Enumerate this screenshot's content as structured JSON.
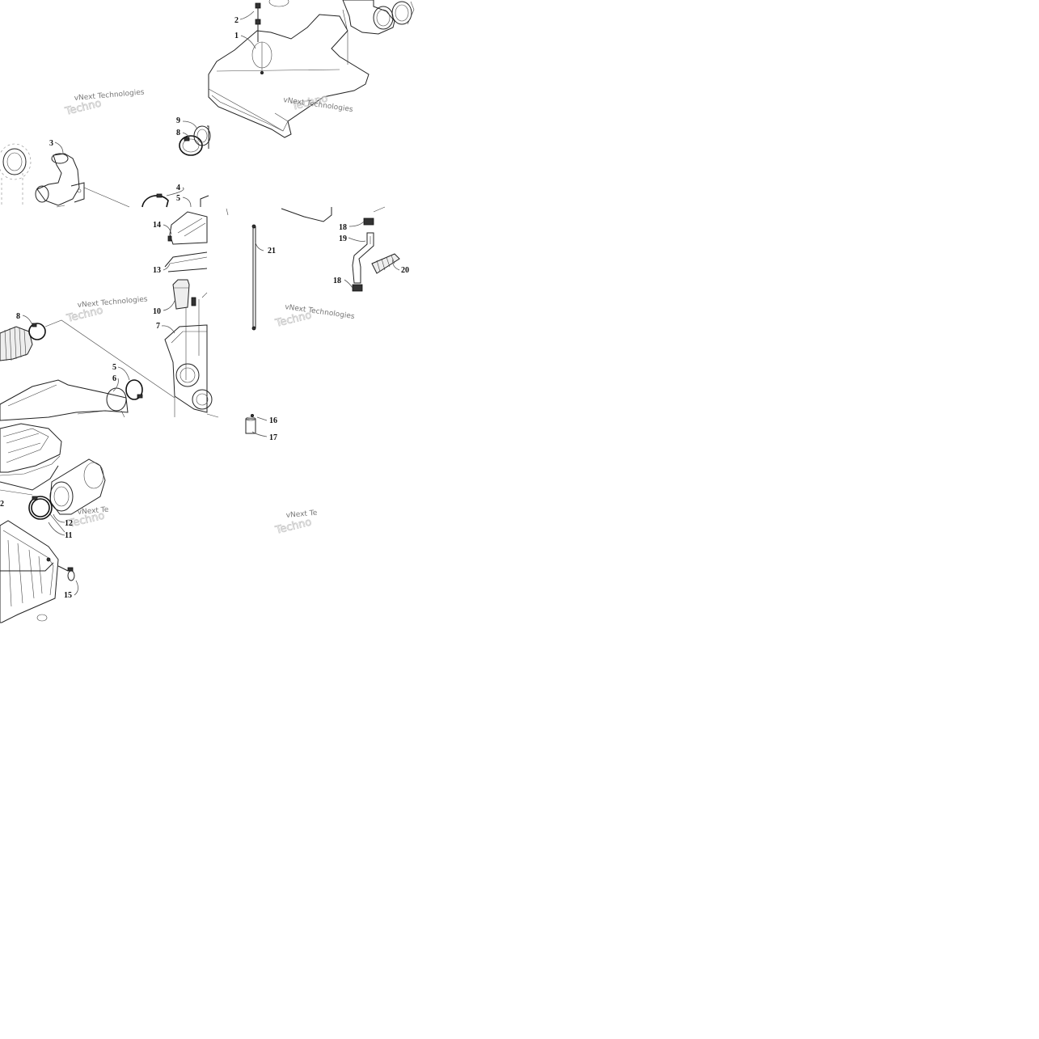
{
  "watermark": "vNext Technologies",
  "watermark_partial": "vNext Te",
  "watermark_ghost": "Techno",
  "callouts": [
    {
      "id": "callout-2",
      "text": "2"
    },
    {
      "id": "callout-1",
      "text": "1"
    },
    {
      "id": "callout-9",
      "text": "9"
    },
    {
      "id": "callout-8-top",
      "text": "8"
    },
    {
      "id": "callout-3",
      "text": "3"
    },
    {
      "id": "callout-4",
      "text": "4"
    },
    {
      "id": "callout-5-top",
      "text": "5"
    },
    {
      "id": "callout-14",
      "text": "14"
    },
    {
      "id": "callout-13",
      "text": "13"
    },
    {
      "id": "callout-10",
      "text": "10"
    },
    {
      "id": "callout-7",
      "text": "7"
    },
    {
      "id": "callout-8-mid",
      "text": "8"
    },
    {
      "id": "callout-5-mid",
      "text": "5"
    },
    {
      "id": "callout-6",
      "text": "6"
    },
    {
      "id": "callout-21",
      "text": "21"
    },
    {
      "id": "callout-18-top",
      "text": "18"
    },
    {
      "id": "callout-19",
      "text": "19"
    },
    {
      "id": "callout-20",
      "text": "20"
    },
    {
      "id": "callout-18-bottom",
      "text": "18"
    },
    {
      "id": "callout-16",
      "text": "16"
    },
    {
      "id": "callout-17",
      "text": "17"
    },
    {
      "id": "callout-12-left",
      "text": "2"
    },
    {
      "id": "callout-12",
      "text": "12"
    },
    {
      "id": "callout-11",
      "text": "11"
    },
    {
      "id": "callout-15",
      "text": "15"
    }
  ]
}
